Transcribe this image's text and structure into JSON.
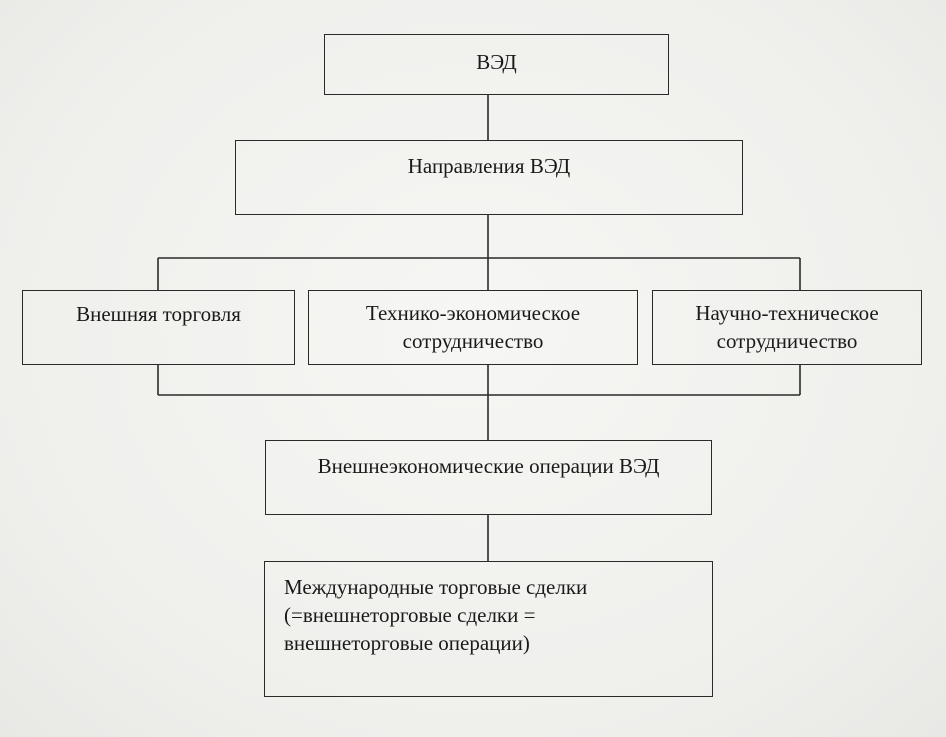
{
  "diagram": {
    "root": {
      "label": "ВЭД"
    },
    "directions": {
      "label": "Направления ВЭД"
    },
    "branches": [
      {
        "lines": [
          "Внешняя торговля"
        ]
      },
      {
        "lines": [
          "Технико-экономическое",
          "сотрудничество"
        ]
      },
      {
        "lines": [
          "Научно-техническое",
          "сотрудничество"
        ]
      }
    ],
    "operations": {
      "label": "Внешнеэкономические операции ВЭД"
    },
    "deals": {
      "lines": [
        "Международные торговые сделки",
        "(=внешнеторговые сделки =",
        "внешнеторговые операции)"
      ]
    }
  },
  "colors": {
    "background": "#f3f3f1",
    "stroke": "#2a2a2a",
    "text": "#1a1a1a"
  }
}
